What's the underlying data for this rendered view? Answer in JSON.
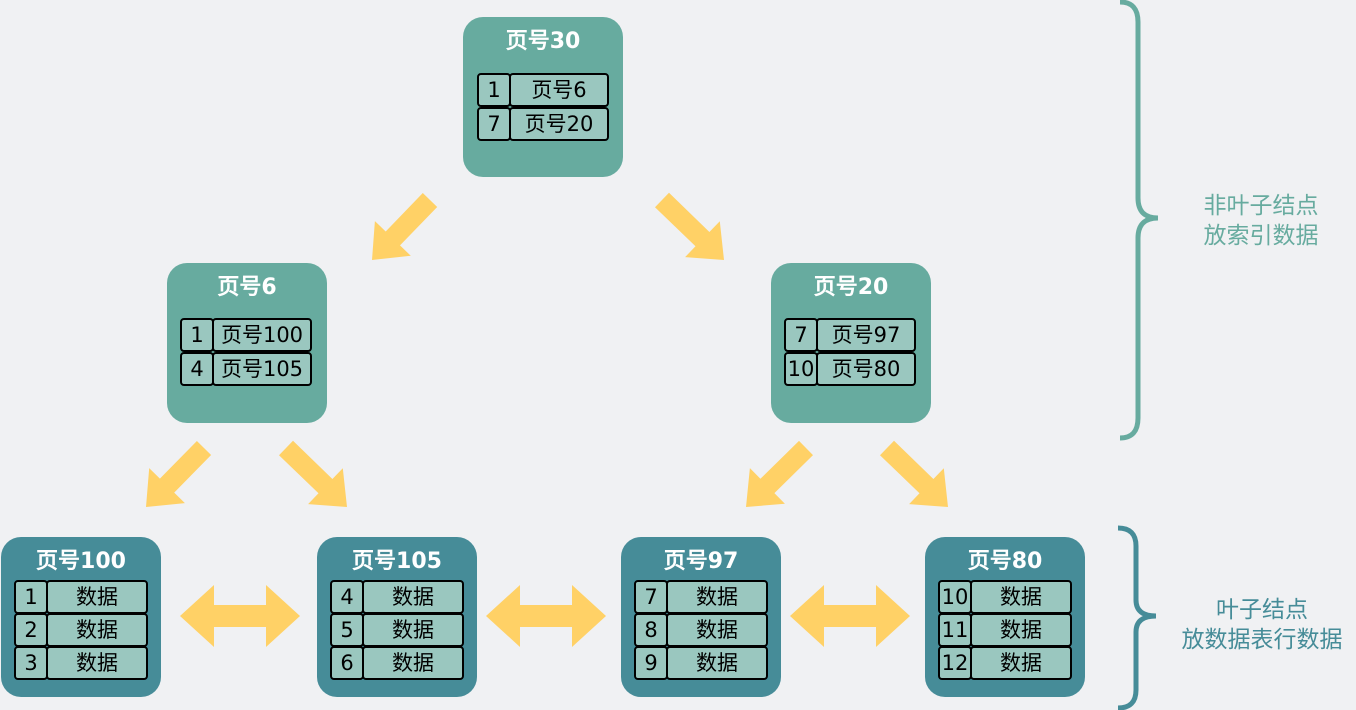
{
  "colors": {
    "background": "#f0f1f3",
    "internal_node": "#67ab9f",
    "leaf_node": "#468c98",
    "cell_fill": "#9ac7bf",
    "arrow": "#ffd166",
    "brace_internal": "#67ab9f",
    "brace_leaf": "#468c98"
  },
  "nodes": {
    "root": {
      "title": "页号30",
      "rows": [
        {
          "key": "1",
          "value": "页号6"
        },
        {
          "key": "7",
          "value": "页号20"
        }
      ]
    },
    "page6": {
      "title": "页号6",
      "rows": [
        {
          "key": "1",
          "value": "页号100"
        },
        {
          "key": "4",
          "value": "页号105"
        }
      ]
    },
    "page20": {
      "title": "页号20",
      "rows": [
        {
          "key": "7",
          "value": "页号97"
        },
        {
          "key": "10",
          "value": "页号80"
        }
      ]
    },
    "page100": {
      "title": "页号100",
      "rows": [
        {
          "key": "1",
          "value": "数据"
        },
        {
          "key": "2",
          "value": "数据"
        },
        {
          "key": "3",
          "value": "数据"
        }
      ]
    },
    "page105": {
      "title": "页号105",
      "rows": [
        {
          "key": "4",
          "value": "数据"
        },
        {
          "key": "5",
          "value": "数据"
        },
        {
          "key": "6",
          "value": "数据"
        }
      ]
    },
    "page97": {
      "title": "页号97",
      "rows": [
        {
          "key": "7",
          "value": "数据"
        },
        {
          "key": "8",
          "value": "数据"
        },
        {
          "key": "9",
          "value": "数据"
        }
      ]
    },
    "page80": {
      "title": "页号80",
      "rows": [
        {
          "key": "10",
          "value": "数据"
        },
        {
          "key": "11",
          "value": "数据"
        },
        {
          "key": "12",
          "value": "数据"
        }
      ]
    }
  },
  "labels": {
    "internal_line1": "非叶子结点",
    "internal_line2": "放索引数据",
    "leaf_line1": "叶子结点",
    "leaf_line2": "放数据表行数据"
  }
}
